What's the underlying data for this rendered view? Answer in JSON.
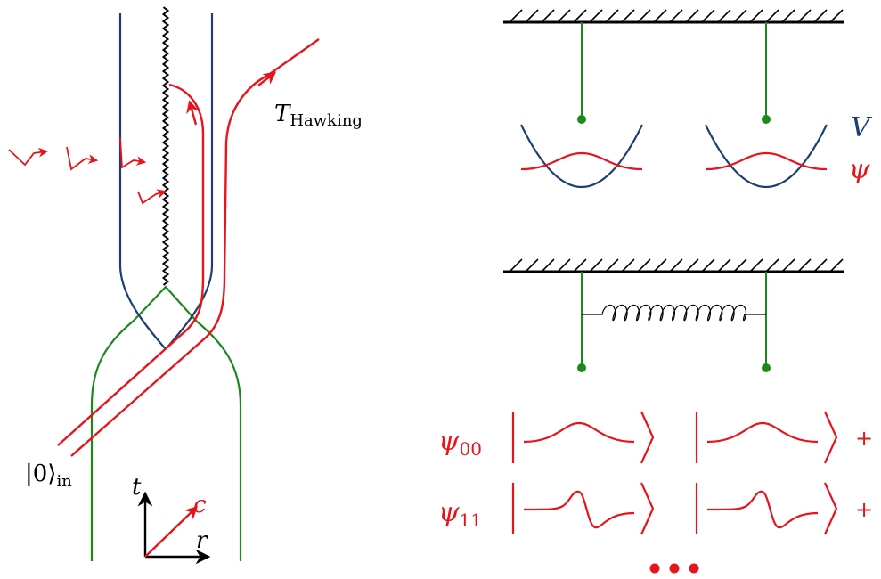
{
  "left_diagram": {
    "hawking_label": "T",
    "hawking_subscript": "Hawking",
    "vacuum_label": "|0⟩",
    "vacuum_subscript": "in",
    "axis_t": "t",
    "axis_r": "r",
    "axis_c": "c"
  },
  "right_diagram": {
    "potential_label": "V",
    "wavefunction_label": "ψ",
    "state_00_label": "ψ",
    "state_00_subscript": "00",
    "state_11_label": "ψ",
    "state_11_subscript": "11",
    "plus_1": "+",
    "plus_2": "+"
  },
  "colors": {
    "red": "#e8141b",
    "green": "#1a8a1a",
    "blue": "#1d3f73",
    "black": "#000000"
  }
}
